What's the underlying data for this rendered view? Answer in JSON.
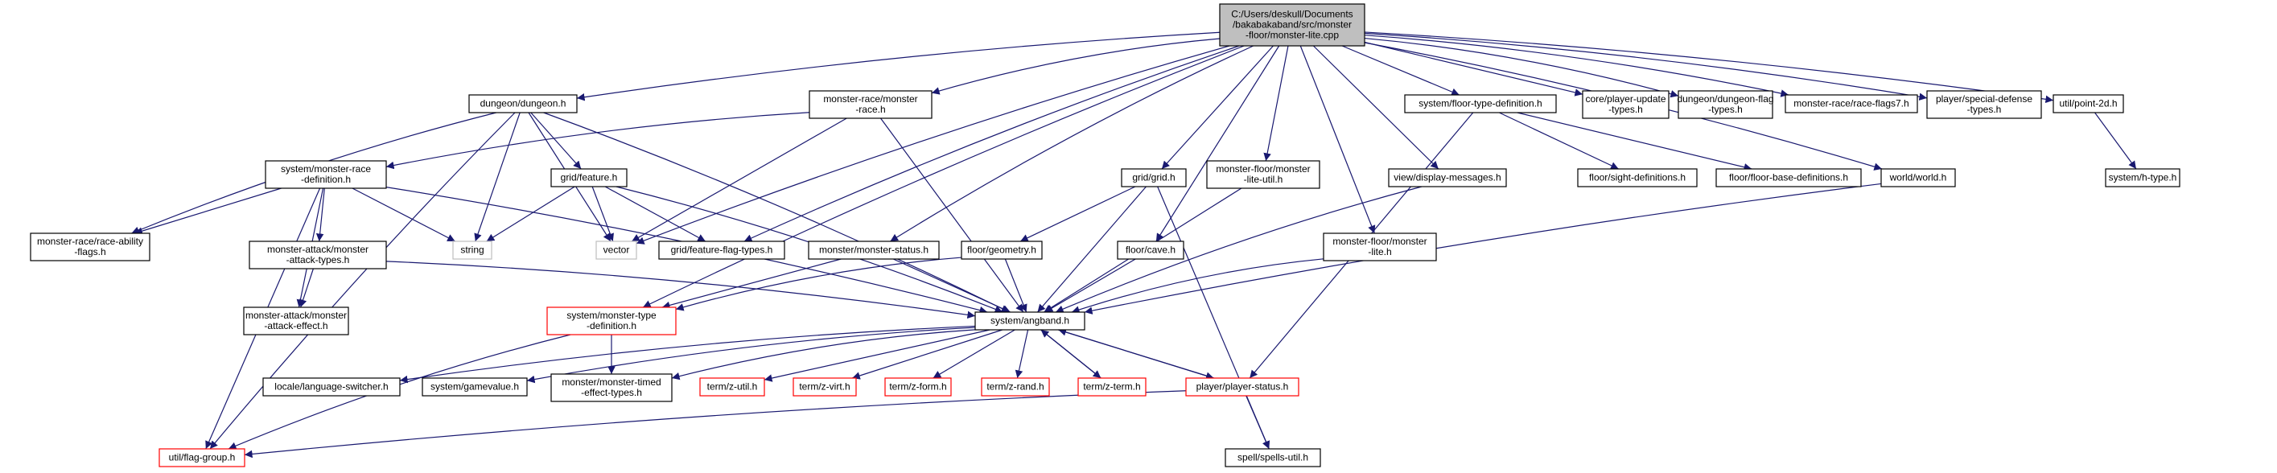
{
  "diagram": {
    "nodes": [
      {
        "id": "root",
        "lines": [
          "C:/Users/deskull/Documents",
          "/bakabakaband/src/monster",
          "-floor/monster-lite.cpp"
        ],
        "style": "root"
      },
      {
        "id": "dungeon",
        "lines": [
          "dungeon/dungeon.h"
        ]
      },
      {
        "id": "mrace",
        "lines": [
          "monster-race/monster",
          "-race.h"
        ]
      },
      {
        "id": "floortype",
        "lines": [
          "system/floor-type-definition.h"
        ]
      },
      {
        "id": "playerupd",
        "lines": [
          "core/player-update",
          "-types.h"
        ]
      },
      {
        "id": "dunflag",
        "lines": [
          "dungeon/dungeon-flag",
          "-types.h"
        ]
      },
      {
        "id": "raceflags7",
        "lines": [
          "monster-race/race-flags7.h"
        ]
      },
      {
        "id": "specdef",
        "lines": [
          "player/special-defense",
          "-types.h"
        ]
      },
      {
        "id": "point2d",
        "lines": [
          "util/point-2d.h"
        ]
      },
      {
        "id": "mracedef",
        "lines": [
          "system/monster-race",
          "-definition.h"
        ]
      },
      {
        "id": "feature",
        "lines": [
          "grid/feature.h"
        ]
      },
      {
        "id": "gridh",
        "lines": [
          "grid/grid.h"
        ]
      },
      {
        "id": "mlutil",
        "lines": [
          "monster-floor/monster",
          "-lite-util.h"
        ]
      },
      {
        "id": "dispmsg",
        "lines": [
          "view/display-messages.h"
        ]
      },
      {
        "id": "sightdef",
        "lines": [
          "floor/sight-definitions.h"
        ]
      },
      {
        "id": "floorbase",
        "lines": [
          "floor/floor-base-definitions.h"
        ]
      },
      {
        "id": "worldh",
        "lines": [
          "world/world.h"
        ]
      },
      {
        "id": "htype",
        "lines": [
          "system/h-type.h"
        ]
      },
      {
        "id": "abilflags",
        "lines": [
          "monster-race/race-ability",
          "-flags.h"
        ]
      },
      {
        "id": "stringn",
        "lines": [
          "string"
        ],
        "style": "gray"
      },
      {
        "id": "vectorn",
        "lines": [
          "vector"
        ],
        "style": "gray"
      },
      {
        "id": "featflag",
        "lines": [
          "grid/feature-flag-types.h"
        ]
      },
      {
        "id": "mstatus",
        "lines": [
          "monster/monster-status.h"
        ]
      },
      {
        "id": "geometry",
        "lines": [
          "floor/geometry.h"
        ]
      },
      {
        "id": "cave",
        "lines": [
          "floor/cave.h"
        ]
      },
      {
        "id": "mlite",
        "lines": [
          "monster-floor/monster",
          "-lite.h"
        ]
      },
      {
        "id": "atktypes",
        "lines": [
          "monster-attack/monster",
          "-attack-types.h"
        ]
      },
      {
        "id": "atkeffect",
        "lines": [
          "monster-attack/monster",
          "-attack-effect.h"
        ]
      },
      {
        "id": "mtypedef",
        "lines": [
          "system/monster-type",
          "-definition.h"
        ],
        "style": "red"
      },
      {
        "id": "angband",
        "lines": [
          "system/angband.h"
        ]
      },
      {
        "id": "langsw",
        "lines": [
          "locale/language-switcher.h"
        ]
      },
      {
        "id": "gamevalue",
        "lines": [
          "system/gamevalue.h"
        ]
      },
      {
        "id": "timed",
        "lines": [
          "monster/monster-timed",
          "-effect-types.h"
        ]
      },
      {
        "id": "zutil",
        "lines": [
          "term/z-util.h"
        ],
        "style": "red"
      },
      {
        "id": "zvirt",
        "lines": [
          "term/z-virt.h"
        ],
        "style": "red"
      },
      {
        "id": "zform",
        "lines": [
          "term/z-form.h"
        ],
        "style": "red"
      },
      {
        "id": "zrand",
        "lines": [
          "term/z-rand.h"
        ],
        "style": "red"
      },
      {
        "id": "zterm",
        "lines": [
          "term/z-term.h"
        ],
        "style": "red"
      },
      {
        "id": "pstatus",
        "lines": [
          "player/player-status.h"
        ],
        "style": "red"
      },
      {
        "id": "flaggroup",
        "lines": [
          "util/flag-group.h"
        ],
        "style": "red"
      },
      {
        "id": "spells",
        "lines": [
          "spell/spells-util.h"
        ]
      }
    ],
    "edges": [
      [
        "root",
        "dungeon"
      ],
      [
        "root",
        "mrace"
      ],
      [
        "root",
        "floortype"
      ],
      [
        "root",
        "playerupd"
      ],
      [
        "root",
        "dunflag"
      ],
      [
        "root",
        "raceflags7"
      ],
      [
        "root",
        "specdef"
      ],
      [
        "root",
        "point2d"
      ],
      [
        "root",
        "gridh"
      ],
      [
        "root",
        "mlutil"
      ],
      [
        "root",
        "dispmsg"
      ],
      [
        "root",
        "worldh"
      ],
      [
        "root",
        "vectorn"
      ],
      [
        "root",
        "featflag"
      ],
      [
        "root",
        "mstatus"
      ],
      [
        "root",
        "cave"
      ],
      [
        "root",
        "mlite"
      ],
      [
        "root",
        "mtypedef"
      ],
      [
        "dungeon",
        "feature"
      ],
      [
        "dungeon",
        "stringn"
      ],
      [
        "dungeon",
        "vectorn"
      ],
      [
        "dungeon",
        "abilflags"
      ],
      [
        "dungeon",
        "angband"
      ],
      [
        "dungeon",
        "flaggroup"
      ],
      [
        "mrace",
        "mracedef"
      ],
      [
        "mrace",
        "vectorn"
      ],
      [
        "mrace",
        "angband"
      ],
      [
        "mracedef",
        "abilflags"
      ],
      [
        "mracedef",
        "stringn"
      ],
      [
        "mracedef",
        "atktypes"
      ],
      [
        "mracedef",
        "atkeffect"
      ],
      [
        "mracedef",
        "angband"
      ],
      [
        "mracedef",
        "flaggroup"
      ],
      [
        "feature",
        "stringn"
      ],
      [
        "feature",
        "vectorn"
      ],
      [
        "feature",
        "featflag"
      ],
      [
        "feature",
        "angband"
      ],
      [
        "atktypes",
        "atkeffect"
      ],
      [
        "atktypes",
        "angband"
      ],
      [
        "gridh",
        "geometry"
      ],
      [
        "gridh",
        "angband"
      ],
      [
        "gridh",
        "spells"
      ],
      [
        "geometry",
        "angband"
      ],
      [
        "geometry",
        "mtypedef"
      ],
      [
        "mlutil",
        "angband"
      ],
      [
        "dispmsg",
        "angband"
      ],
      [
        "floortype",
        "sightdef"
      ],
      [
        "floortype",
        "floorbase"
      ],
      [
        "floortype",
        "pstatus"
      ],
      [
        "worldh",
        "angband"
      ],
      [
        "point2d",
        "htype"
      ],
      [
        "mstatus",
        "angband"
      ],
      [
        "mstatus",
        "mtypedef"
      ],
      [
        "cave",
        "angband"
      ],
      [
        "mlite",
        "angband"
      ],
      [
        "mtypedef",
        "timed"
      ],
      [
        "mtypedef",
        "flaggroup"
      ],
      [
        "angband",
        "langsw"
      ],
      [
        "angband",
        "gamevalue"
      ],
      [
        "angband",
        "timed"
      ],
      [
        "angband",
        "zutil"
      ],
      [
        "angband",
        "zvirt"
      ],
      [
        "angband",
        "zform"
      ],
      [
        "angband",
        "zrand"
      ],
      [
        "angband",
        "zterm"
      ],
      [
        "angband",
        "pstatus"
      ],
      [
        "zterm",
        "angband"
      ],
      [
        "pstatus",
        "angband"
      ],
      [
        "pstatus",
        "flaggroup"
      ],
      [
        "pstatus",
        "spells"
      ]
    ]
  }
}
